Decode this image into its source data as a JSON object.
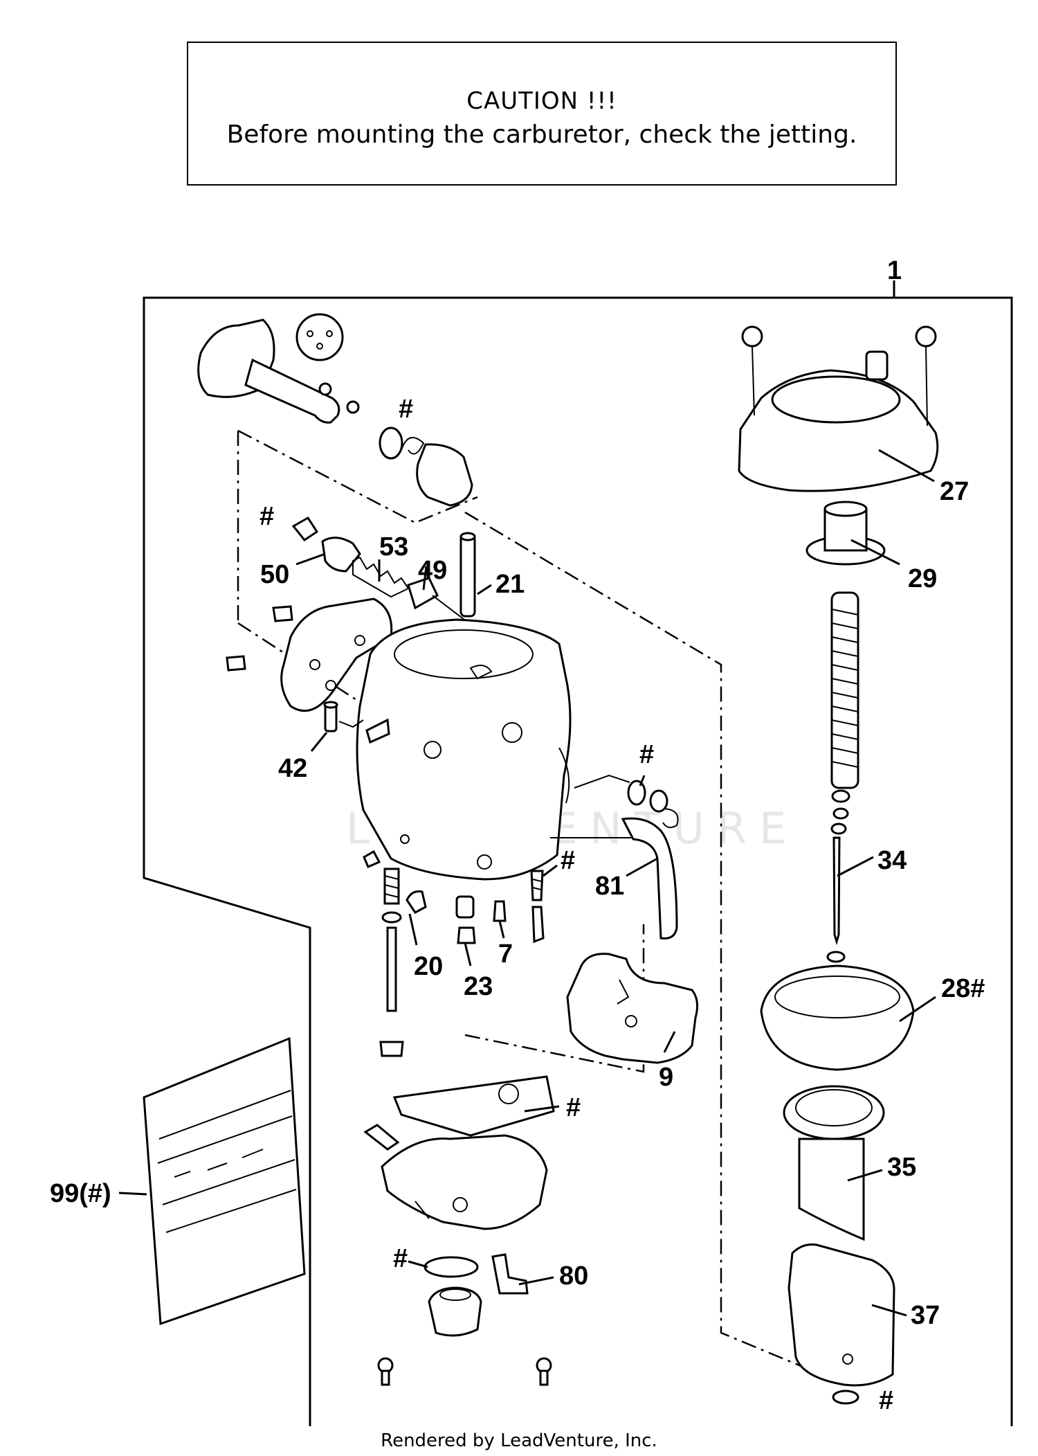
{
  "caution": {
    "title": "CAUTION !!!",
    "text": "Before mounting the carburetor, check the jetting."
  },
  "watermark": "LEADVENTURE",
  "callouts": {
    "c1": "1",
    "c27": "27",
    "c29": "29",
    "c34": "34",
    "c28": "28#",
    "c35": "35",
    "c37": "37",
    "c_hash_bottom_right": "#",
    "c_hash_top": "#",
    "c_hash_50": "#",
    "c53": "53",
    "c50": "50",
    "c49": "49",
    "c21": "21",
    "c42": "42",
    "c_hash_81": "#",
    "c81": "81",
    "c_hash_7": "#",
    "c20": "20",
    "c23": "23",
    "c7": "7",
    "c9": "9",
    "c_hash_gasket": "#",
    "c99": "99(#)",
    "c_hash_oring": "#",
    "c80": "80"
  },
  "footer": "Rendered by LeadVenture, Inc."
}
